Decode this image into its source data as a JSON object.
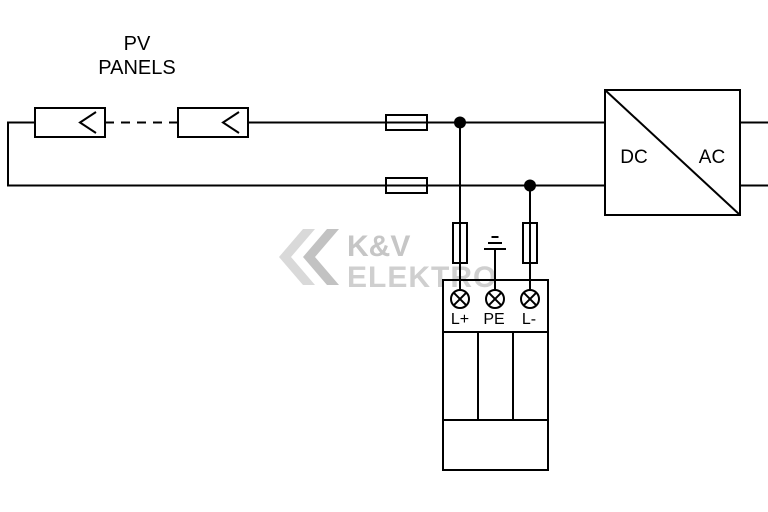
{
  "labels": {
    "pv_line1": "PV",
    "pv_line2": "PANELS",
    "inverter_dc": "DC",
    "inverter_ac": "AC",
    "terminal_l_plus": "L+",
    "terminal_pe": "PE",
    "terminal_l_minus": "L-"
  },
  "watermark": {
    "line1": "K&V",
    "line2": "ELEKTRO",
    "text_color": "#c6c6c6",
    "logo_light_color": "#d9d9d9",
    "logo_dark_color": "#c2c2c2"
  },
  "colors": {
    "line": "#000000",
    "background": "#ffffff"
  }
}
